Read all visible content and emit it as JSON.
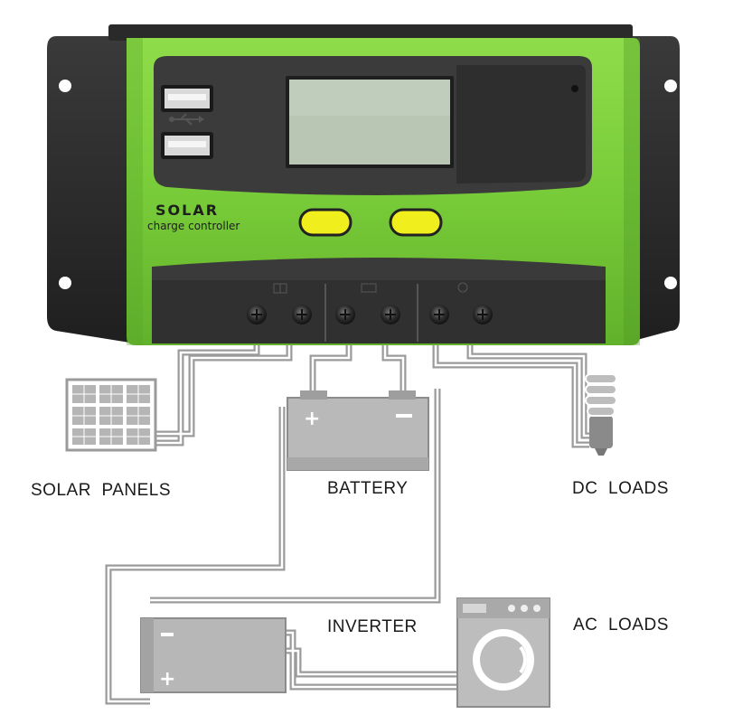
{
  "device": {
    "brand_line1": "SOLAR",
    "brand_line2": "charge controller",
    "colors": {
      "body": "#7ccf3a",
      "body_dark": "#5aa62a",
      "bracket": "#2b2b2b",
      "panel": "#3a3a3a",
      "lcd": "#b9c7b4",
      "button": "#f2ef1a"
    },
    "usb_ports": [
      "usb-port-top",
      "usb-port-bottom"
    ],
    "terminal_groups": [
      {
        "name": "solar-panel-terminals",
        "icon": "solar-panel-icon"
      },
      {
        "name": "battery-terminals",
        "icon": "battery-icon"
      },
      {
        "name": "load-terminals",
        "icon": "bulb-icon"
      }
    ]
  },
  "labels": {
    "solar_panels": "SOLAR  PANELS",
    "battery": "BATTERY",
    "dc_loads": "DC  LOADS",
    "inverter": "INVERTER",
    "ac_loads": "AC  LOADS"
  },
  "wire_color": "#9b9b9b",
  "component_color": "#bdbdbd"
}
